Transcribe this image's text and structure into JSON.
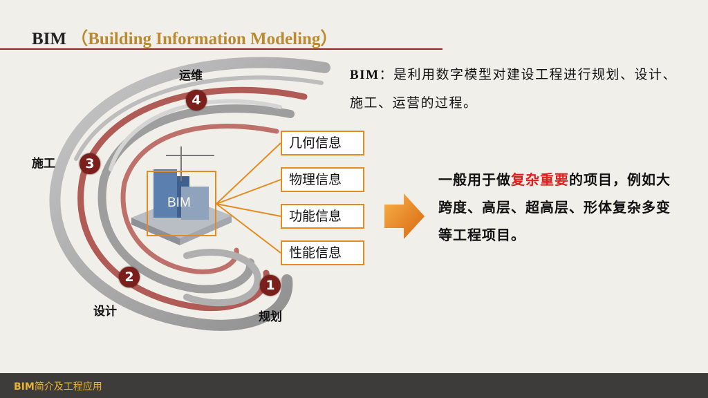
{
  "title": {
    "main": "BIM",
    "sub": "（Building Information Modeling）"
  },
  "stages": [
    {
      "num": "1",
      "label": "规划"
    },
    {
      "num": "2",
      "label": "设计"
    },
    {
      "num": "3",
      "label": "施工"
    },
    {
      "num": "4",
      "label": "运维"
    }
  ],
  "center_label": "BIM",
  "info_items": [
    "几何信息",
    "物理信息",
    "功能信息",
    "性能信息"
  ],
  "definition": {
    "term": "BIM",
    "text": "：是利用数字模型对建设工程进行规划、设计、施工、运营的过程。"
  },
  "usage": {
    "before": "一般用于做",
    "highlight": "复杂重要",
    "after": "的项目，例如大跨度、高层、超高层、形体复杂多变等工程项目。"
  },
  "footer": {
    "bold": "BIM",
    "text": "简介及工程应用"
  },
  "colors": {
    "accent_orange": "#e58a1f",
    "dark_red": "#7a1f1c",
    "highlight_red": "#e02020",
    "gold": "#b98a2f"
  }
}
